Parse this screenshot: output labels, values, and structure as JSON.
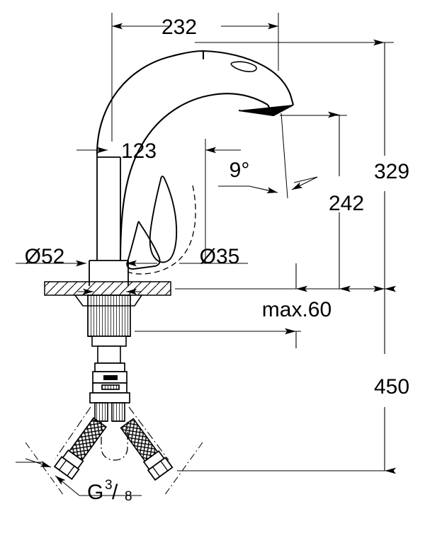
{
  "drawing": {
    "title": "Kitchen mixer tap technical dimension drawing",
    "units": "mm",
    "line_color": "#000000",
    "background_color": "#ffffff"
  },
  "dimensions": {
    "spout_reach": {
      "label": "232",
      "name": "spout-reach-dimension",
      "orientation": "horizontal",
      "position": "top"
    },
    "handle_clearance": {
      "label": "123",
      "name": "handle-clearance-dimension",
      "orientation": "horizontal",
      "position": "middle-left"
    },
    "spray_head_angle": {
      "label": "9°",
      "name": "spray-head-angle-dimension",
      "orientation": "angular",
      "position": "middle-right"
    },
    "total_height": {
      "label": "329",
      "name": "total-height-dimension",
      "orientation": "vertical",
      "position": "right-outer"
    },
    "spout_outlet_height": {
      "label": "242",
      "name": "spout-outlet-height-dimension",
      "orientation": "vertical",
      "position": "right-inner"
    },
    "base_diameter": {
      "label": "Ø52",
      "name": "base-diameter-dimension",
      "orientation": "horizontal",
      "position": "left"
    },
    "mounting_hole_diameter": {
      "label": "Ø35",
      "name": "mounting-hole-diameter-dimension",
      "orientation": "horizontal",
      "position": "center-right"
    },
    "max_counter_thickness": {
      "label": "max.60",
      "name": "max-counter-thickness-dimension",
      "orientation": "vertical",
      "position": "center-right-below-deck"
    },
    "hose_length": {
      "label": "450",
      "name": "hose-length-dimension",
      "orientation": "vertical",
      "position": "right-lower"
    },
    "thread_size": {
      "label_main": "G",
      "label_numerator": "3",
      "label_slash": "/",
      "label_denominator": "8",
      "name": "thread-size-callout",
      "position": "bottom-center"
    }
  },
  "components": {
    "spout": "curved-gooseneck-spout",
    "spray_head": "pull-out-spray-head",
    "lever_handle": "single-lever-handle",
    "riser_column": "vertical-riser-column",
    "counter_section": "hatched-countertop-section",
    "mounting_shank": "threaded-mounting-shank",
    "cartridge_body": "cartridge-body",
    "supply_hose_left": "braided-supply-hose-left",
    "supply_hose_right": "braided-supply-hose-right",
    "hose_fitting_left": "hex-nut-fitting-left",
    "hose_fitting_right": "hex-nut-fitting-right"
  }
}
